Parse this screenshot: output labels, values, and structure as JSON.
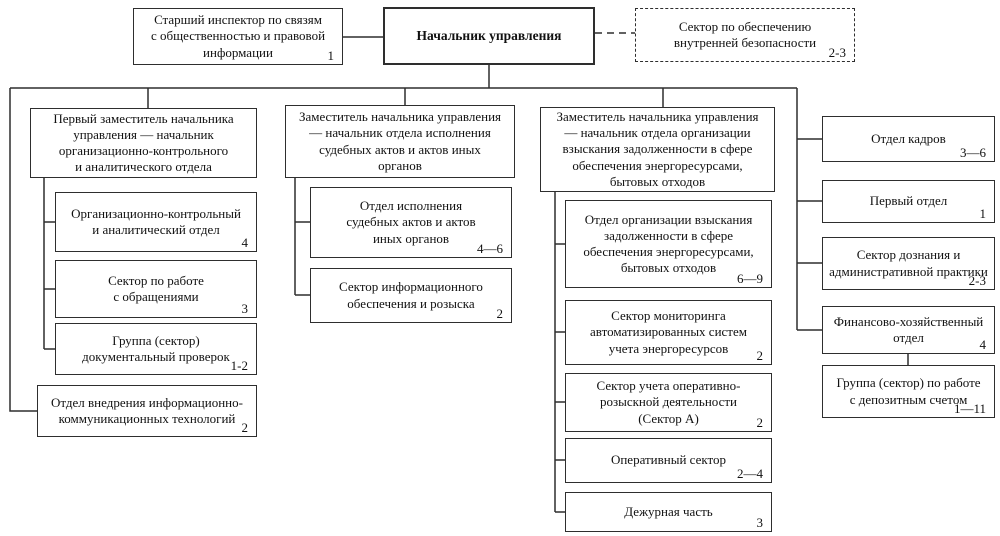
{
  "diagram": {
    "type": "org-chart",
    "line_color": "#2e2e2e",
    "nodes": {
      "senior_inspector": {
        "label": "Старший инспектор по связям\nс общественностью и правовой\nинформации",
        "count": "1"
      },
      "chief": {
        "label": "Начальник управления"
      },
      "internal_security": {
        "label": "Сектор по обеспечению\nвнутренней безопасности",
        "count": "2-3"
      },
      "first_deputy": {
        "label": "Первый заместитель начальника\nуправления — начальник\nорганизационно-контрольного\nи аналитического отдела"
      },
      "org_control_dept": {
        "label": "Организационно-контрольный\nи аналитический отдел",
        "count": "4"
      },
      "appeals_sector": {
        "label": "Сектор по работе\nс обращениями",
        "count": "3"
      },
      "doc_checks_group": {
        "label": "Группа (сектор)\nдокументальный проверок",
        "count": "1-2"
      },
      "it_dept": {
        "label": "Отдел внедрения информационно-\nкоммуникационных технологий",
        "count": "2"
      },
      "deputy_enforcement": {
        "label": "Заместитель начальника управления\n— начальник отдела исполнения\nсудебных актов и актов иных\nорганов"
      },
      "enforcement_dept": {
        "label": "Отдел исполнения\nсудебных актов и актов\nиных органов",
        "count": "4—6"
      },
      "info_search_sector": {
        "label": "Сектор информационного\nобеспечения и розыска",
        "count": "2"
      },
      "deputy_debt": {
        "label": "Заместитель начальника управления\n— начальник отдела организации\nвзыскания задолженности в сфере\nобеспечения энергоресурсами,\nбытовых отходов"
      },
      "debt_dept": {
        "label": "Отдел организации взыскания\nзадолженности в сфере\nобеспечения энергоресурсами,\nбытовых отходов",
        "count": "6—9"
      },
      "monitoring_sector": {
        "label": "Сектор мониторинга\nавтоматизированных систем\nучета энергоресурсов",
        "count": "2"
      },
      "op_accounting_sector": {
        "label": "Сектор учета оперативно-\nрозыскной деятельности\n(Сектор А)",
        "count": "2"
      },
      "operational_sector": {
        "label": "Оперативный сектор",
        "count": "2—4"
      },
      "duty_unit": {
        "label": "Дежурная часть",
        "count": "3"
      },
      "hr_dept": {
        "label": "Отдел кадров",
        "count": "3—6"
      },
      "first_dept": {
        "label": "Первый отдел",
        "count": "1"
      },
      "inquiry_sector": {
        "label": "Сектор дознания и\nадминистративной практики",
        "count": "2-3"
      },
      "finance_dept": {
        "label": "Финансово-хозяйственный\nотдел",
        "count": "4"
      },
      "deposit_group": {
        "label": "Группа (сектор) по работе\nс депозитным счетом",
        "count": "1—11"
      }
    }
  }
}
